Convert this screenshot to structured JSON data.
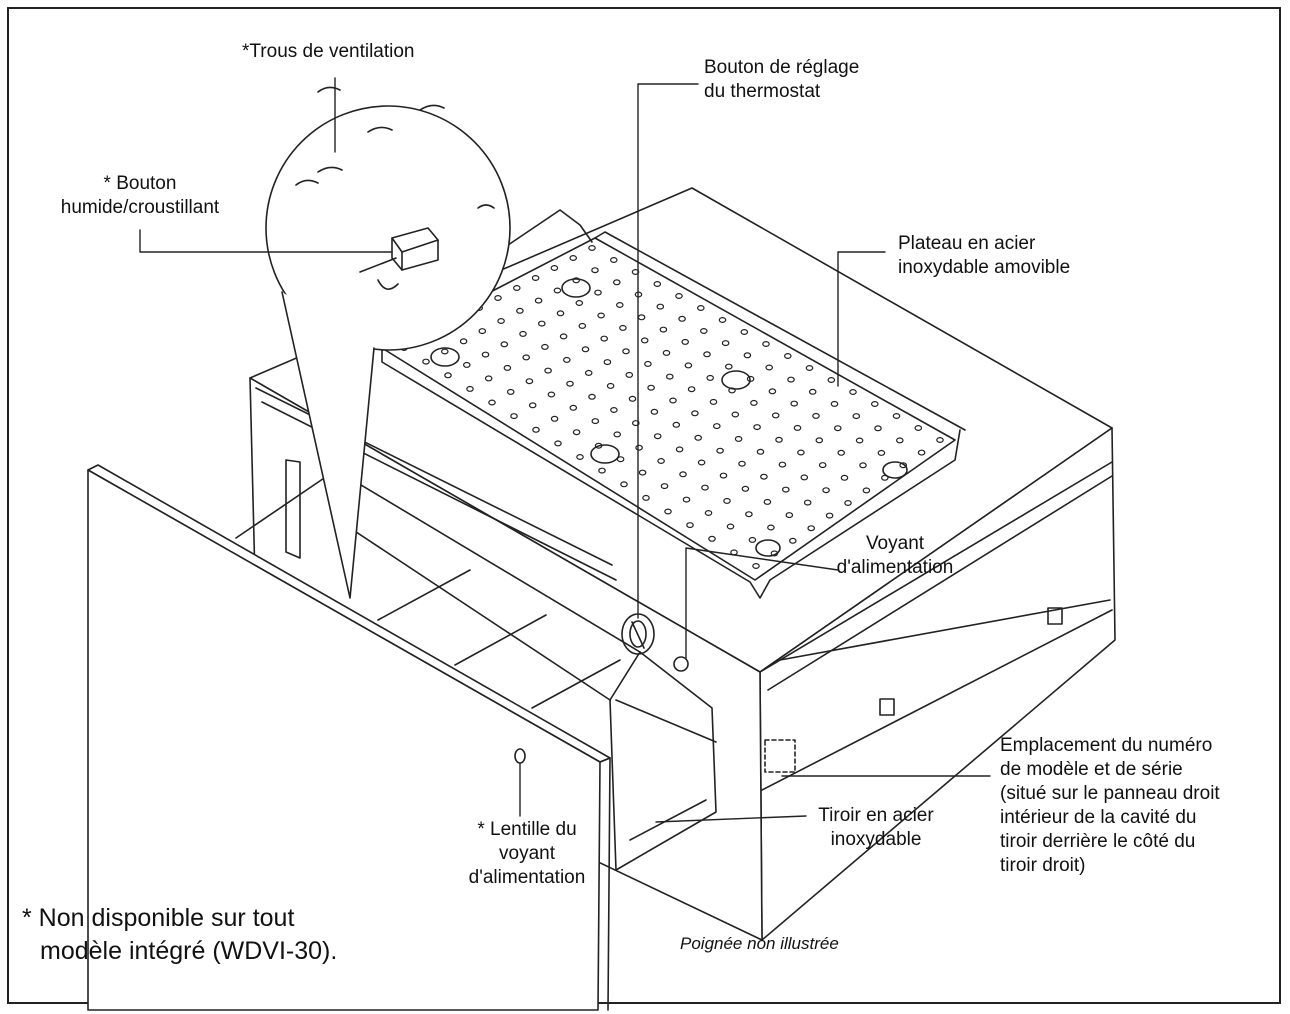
{
  "labels": {
    "vents": "*Trous de ventilation",
    "crisp_1": "* Bouton",
    "crisp_2": "humide/croustillant",
    "thermo_1": "Bouton de réglage",
    "thermo_2": "du thermostat",
    "tray_1": "Plateau en acier",
    "tray_2": "inoxydable amovible",
    "light_1": "Voyant",
    "light_2": "d'alimentation",
    "model_1": "Emplacement du numéro",
    "model_2": "de modèle et de série",
    "model_3": "(situé sur le panneau droit",
    "model_4": "intérieur de la cavité du",
    "model_5": "tiroir derrière le côté du",
    "model_6": "tiroir droit)",
    "drawer_1": "Tiroir en acier",
    "drawer_2": "inoxydable",
    "lens_1": "* Lentille du",
    "lens_2": "voyant",
    "lens_3": "d'alimentation",
    "note_1": "* Non disponible sur tout",
    "note_2": "modèle intégré (WDVI-30).",
    "handle": "Poignée non illustrée"
  }
}
